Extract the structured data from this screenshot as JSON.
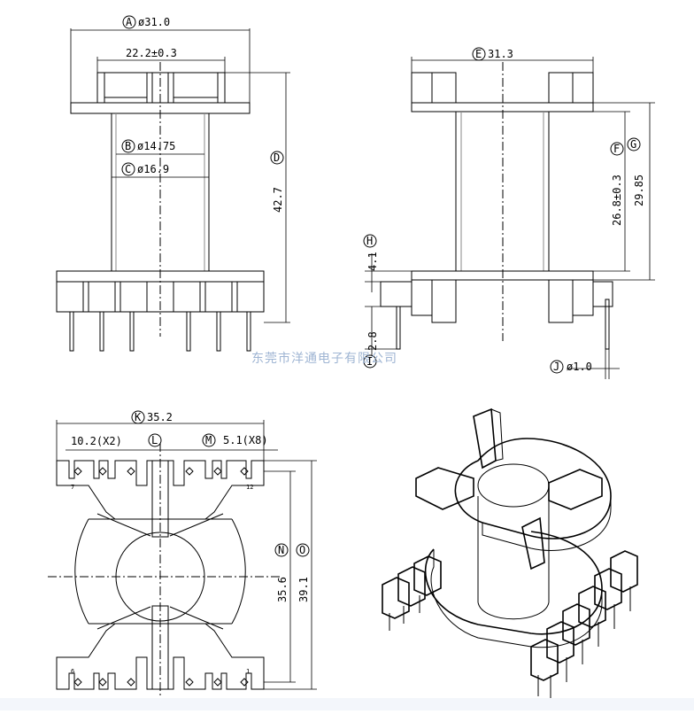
{
  "dims": {
    "A": {
      "letter": "A",
      "value": "ø31.0"
    },
    "top_width": "22.2±0.3",
    "B": {
      "letter": "B",
      "value": "ø14.75"
    },
    "C": {
      "letter": "C",
      "value": "ø16.9"
    },
    "D": {
      "letter": "D",
      "value": "42.7"
    },
    "E": {
      "letter": "E",
      "value": "31.3"
    },
    "F": {
      "letter": "F",
      "value": "26.8±0.3"
    },
    "G": {
      "letter": "G",
      "value": "29.85"
    },
    "H": {
      "letter": "H",
      "value": "4.1"
    },
    "I": {
      "letter": "I",
      "value": "2.8"
    },
    "J": {
      "letter": "J",
      "value": "ø1.0"
    },
    "K": {
      "letter": "K",
      "value": "35.2"
    },
    "L": {
      "letter": "L",
      "value": "10.2(X2)"
    },
    "M": {
      "letter": "M",
      "value": "5.1(X8)"
    },
    "N": {
      "letter": "N",
      "value": "35.6"
    },
    "O": {
      "letter": "O",
      "value": "39.1"
    }
  },
  "watermark": "东莞市洋通电子有限公司",
  "pin_labels": {
    "p1": "1",
    "p6": "6",
    "p7": "7",
    "p12": "12"
  },
  "colors": {
    "line": "#000000",
    "watermark": "#9fb5d3",
    "band": "#f3f6fb"
  }
}
